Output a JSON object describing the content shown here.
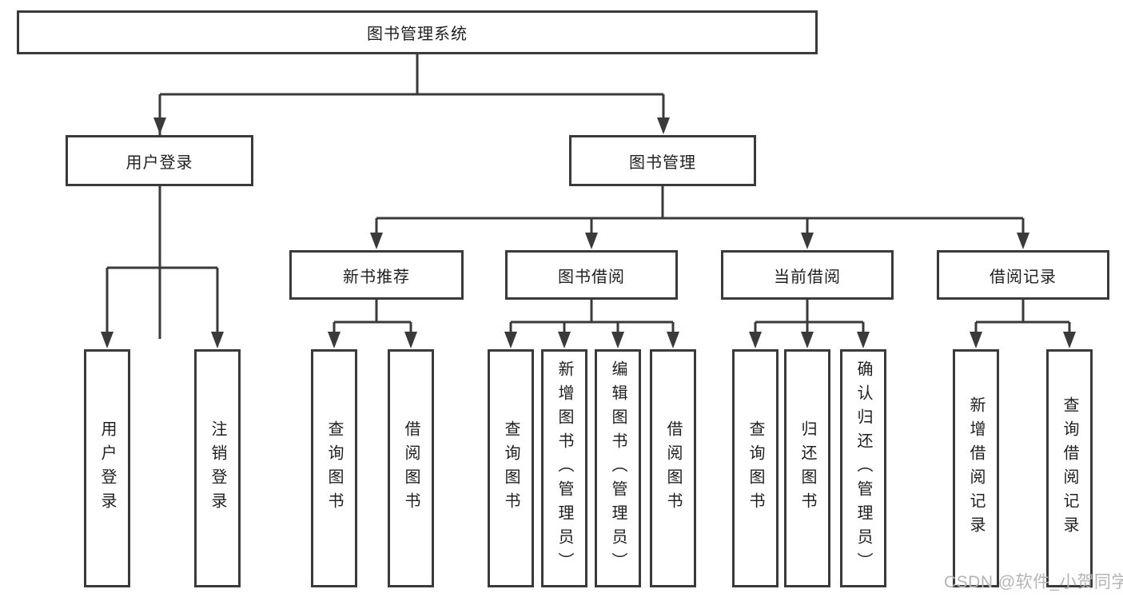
{
  "tree": {
    "label": "图书管理系统",
    "children": [
      {
        "label": "用户登录",
        "children": [
          {
            "label": "用户登录"
          },
          {
            "label": "注销登录"
          }
        ]
      },
      {
        "label": "图书管理",
        "children": [
          {
            "label": "新书推荐",
            "children": [
              {
                "label": "查询图书"
              },
              {
                "label": "借阅图书"
              }
            ]
          },
          {
            "label": "图书借阅",
            "children": [
              {
                "label": "查询图书"
              },
              {
                "label": "新增图书（管理员）"
              },
              {
                "label": "编辑图书（管理员）"
              },
              {
                "label": "借阅图书"
              }
            ]
          },
          {
            "label": "当前借阅",
            "children": [
              {
                "label": "查询图书"
              },
              {
                "label": "归还图书"
              },
              {
                "label": "确认归还（管理员）"
              }
            ]
          },
          {
            "label": "借阅记录",
            "children": [
              {
                "label": "新增借阅记录"
              },
              {
                "label": "查询借阅记录"
              }
            ]
          }
        ]
      }
    ]
  },
  "watermark": "CSDN @软件_小贺同学",
  "colors": {
    "line": "#3a3a3a",
    "text": "#1f1f1f",
    "background": "#ffffff",
    "watermark": "#b4b4b4"
  }
}
